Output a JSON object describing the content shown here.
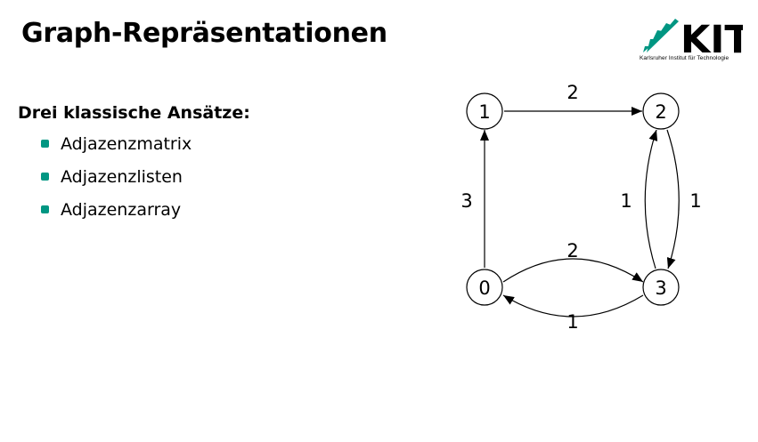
{
  "slide": {
    "title": "Graph-Repräsentationen"
  },
  "logo": {
    "wordmark": "KIT",
    "caption": "Karlsruher Institut für Technologie",
    "color": "#009682"
  },
  "content": {
    "heading": "Drei klassische Ansätze:",
    "bullet_color": "#009682",
    "items": [
      {
        "label": "Adjazenzmatrix"
      },
      {
        "label": "Adjazenzlisten"
      },
      {
        "label": "Adjazenzarray"
      }
    ]
  },
  "graph": {
    "nodes": [
      {
        "id": "0",
        "label": "0"
      },
      {
        "id": "1",
        "label": "1"
      },
      {
        "id": "2",
        "label": "2"
      },
      {
        "id": "3",
        "label": "3"
      }
    ],
    "edges": [
      {
        "from": "0",
        "to": "1",
        "weight": "3"
      },
      {
        "from": "1",
        "to": "2",
        "weight": "2"
      },
      {
        "from": "0",
        "to": "3",
        "weight": "2"
      },
      {
        "from": "3",
        "to": "0",
        "weight": "1"
      },
      {
        "from": "3",
        "to": "2",
        "weight": "1"
      },
      {
        "from": "2",
        "to": "3",
        "weight": "1"
      }
    ]
  }
}
